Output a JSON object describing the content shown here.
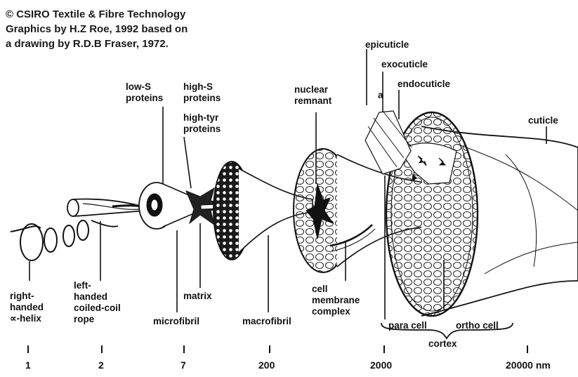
{
  "credit": {
    "line1": "© CSIRO Textile & Fibre Technology",
    "line2": "Graphics by H.Z Roe, 1992 based on",
    "line3": "a drawing by R.D.B Fraser, 1972."
  },
  "labels": {
    "right_handed_alpha_helix": [
      "right-",
      "handed",
      "∝-helix"
    ],
    "left_handed_coiled_coil_rope": [
      "left-",
      "handed",
      "coiled-coil",
      "rope"
    ],
    "low_s_proteins": [
      "low-S",
      "proteins"
    ],
    "high_s_proteins": [
      "high-S",
      "proteins"
    ],
    "high_tyr_proteins": [
      "high-tyr",
      "proteins"
    ],
    "matrix": "matrix",
    "microfibril": "microfibril",
    "macrofibril": "macrofibril",
    "nuclear_remnant": [
      "nuclear",
      "remnant"
    ],
    "cell_membrane_complex": [
      "cell",
      "membrane",
      "complex"
    ],
    "epicuticle": "epicuticle",
    "exocuticle": "exocuticle",
    "endocuticle": "endocuticle",
    "cuticle": "cuticle",
    "para_cell": "para cell",
    "ortho_cell": "ortho cell",
    "cortex": "cortex",
    "a": "a"
  },
  "scale": [
    "1",
    "2",
    "7",
    "200",
    "2000",
    "20000 nm"
  ],
  "colors": {
    "ink": "#111111",
    "paper": "#ffffff"
  }
}
